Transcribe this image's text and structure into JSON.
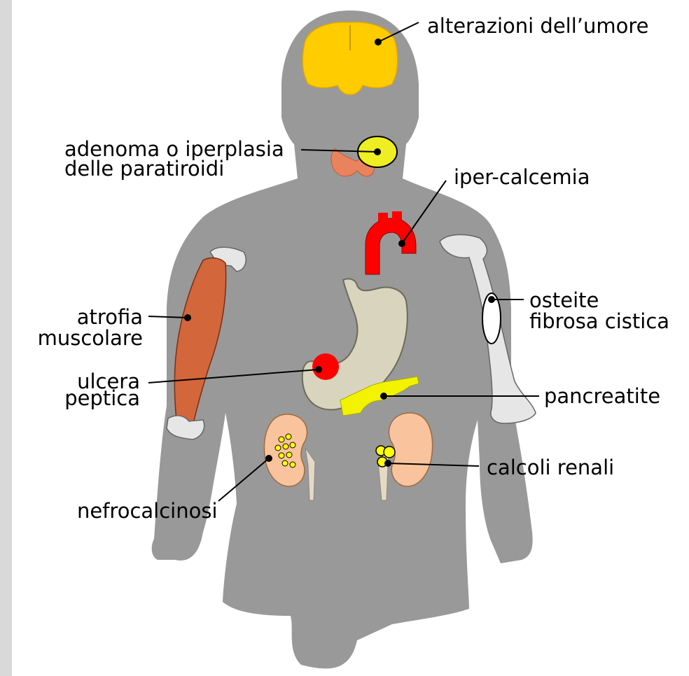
{
  "labels": {
    "mood": "alterazioni dell’umore",
    "parathyroid_line1": "adenoma o iperplasia",
    "parathyroid_line2": "delle paratiroidi",
    "hypercalcemia": "iper-calcemia",
    "muscle_line1": "atrofia",
    "muscle_line2": "muscolare",
    "osteitis_line1": "osteite",
    "osteitis_line2": "fibrosa cistica",
    "ulcer_line1": "ulcera",
    "ulcer_line2": "peptica",
    "pancreatitis": "pancreatite",
    "kidney_stones": "calcoli renali",
    "nephrocalcinosis": "nefrocalcinosi"
  },
  "colors": {
    "body": "#999999",
    "brain": "#ffcc00",
    "parathyroid_highlight": "#eeee22",
    "thyroid": "#e9835e",
    "aorta": "#ff0000",
    "ulcer": "#ff0000",
    "pancreas": "#f3f300",
    "kidney": "#f9c49d",
    "stones": "#ffff00",
    "muscle": "#d4663c",
    "bone": "#e6e6e6",
    "stomach": "#d9d4bd"
  },
  "icons": [
    "brain",
    "thyroid",
    "aorta",
    "stomach",
    "pancreas",
    "kidney",
    "muscle",
    "humerus"
  ]
}
